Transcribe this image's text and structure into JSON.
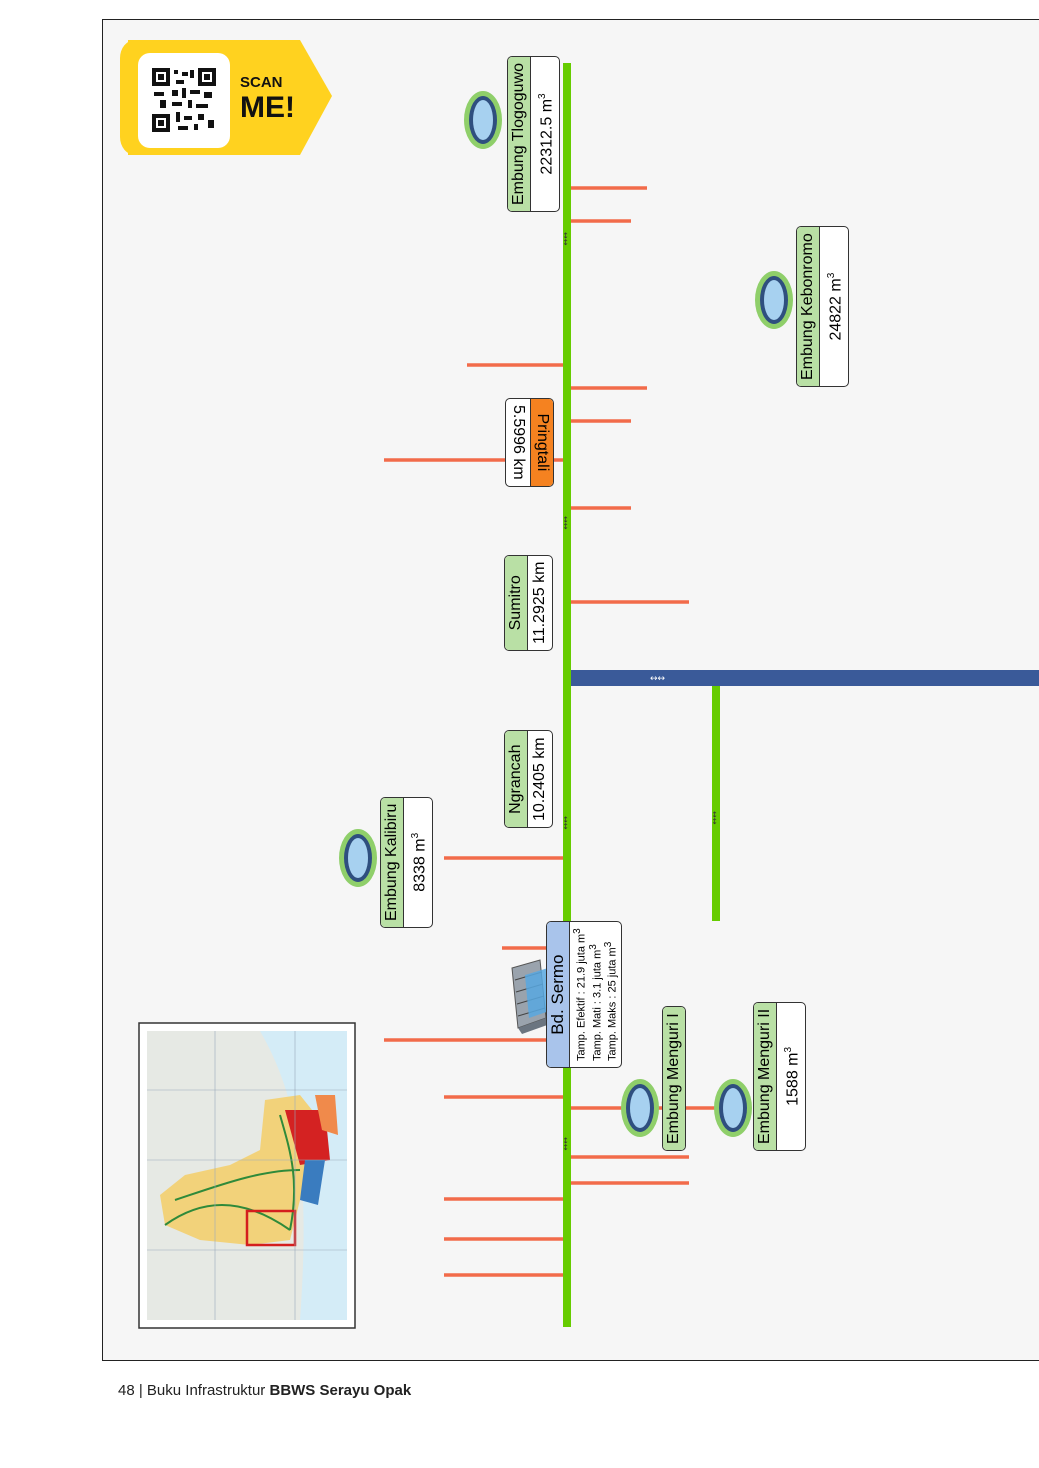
{
  "page": {
    "number": "48",
    "footer_text": "Buku Infrastruktur",
    "footer_bold": "BBWS Serayu Opak"
  },
  "qr": {
    "scan": "SCAN",
    "me": "ME!"
  },
  "reservoirs": [
    {
      "name": "Embung Tlogoguwo",
      "capacity": "22312.5 m",
      "unit_sup": "3"
    },
    {
      "name": "Embung Kebonromo",
      "capacity": "24822 m",
      "unit_sup": "3"
    },
    {
      "name": "Embung Kalibiru",
      "capacity": "8338 m",
      "unit_sup": "3"
    },
    {
      "name": "Embung Menguri I",
      "capacity": "",
      "unit_sup": ""
    },
    {
      "name": "Embung Menguri II",
      "capacity": "1588 m",
      "unit_sup": "3"
    }
  ],
  "weirs": [
    {
      "name": "Pringtali",
      "distance": "5.5996 km"
    },
    {
      "name": "Sumitro",
      "distance": "11.2925 km"
    },
    {
      "name": "Ngrancah",
      "distance": "10.2405 km"
    }
  ],
  "dam": {
    "name": "Bd. Sermo",
    "efektif": "Tamp. Efektif : 21.9 juta m",
    "mati": "Tamp. Mati   : 3.1 juta m",
    "maks": "Tamp. Maks : 25 juta m",
    "sup": "3"
  },
  "colors": {
    "river": "#66cc00",
    "tributary": "#f26b4a",
    "main_river": "#3a5a99",
    "label_green": "#b9e0a5",
    "label_orange": "#f58220",
    "qr_yellow": "#ffd21f"
  }
}
